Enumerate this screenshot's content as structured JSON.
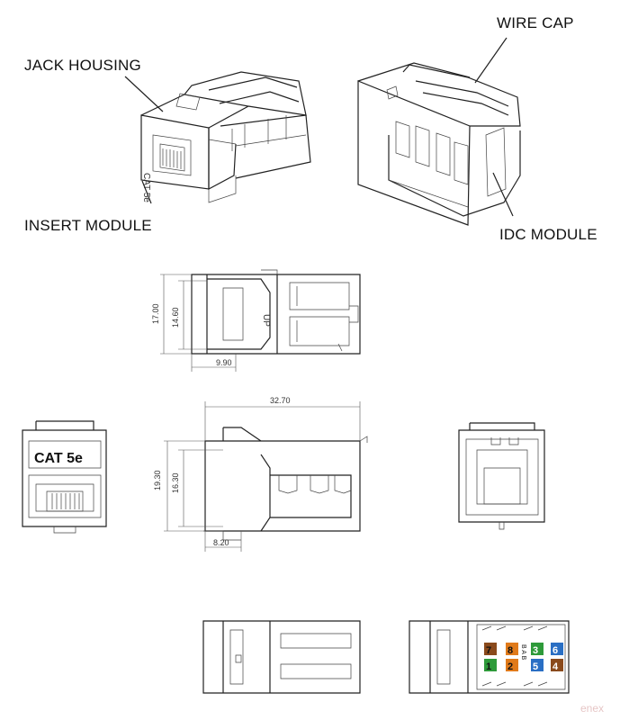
{
  "callouts": {
    "jack_housing": "JACK HOUSING",
    "wire_cap": "WIRE CAP",
    "insert_module": "INSERT MODULE",
    "idc_module": "IDC MODULE"
  },
  "product_marks": {
    "cat_label": "CAT 5e",
    "up_mark": "UP",
    "side_mark": "CAT 5e"
  },
  "dimensions": {
    "top_height_outer": "17.00",
    "top_height_inner": "14.60",
    "top_depth": "9.90",
    "side_length": "32.70",
    "side_height_outer": "19.30",
    "side_height_inner": "16.30",
    "side_depth": "8.20"
  },
  "pin_labels": {
    "left_top": "7",
    "left_top2": "1",
    "mid_top": "8",
    "mid_top2": "2",
    "mid_letters": "B A B",
    "right_top": "3",
    "right_top2": "5",
    "far_right": "6",
    "far_right2": "4"
  },
  "pin_colors": {
    "brown": "#8a4a1c",
    "orange": "#e07a1a",
    "green": "#2e9a3a",
    "blue": "#2a6fc4",
    "white": "#ffffff"
  },
  "watermark": "enex"
}
